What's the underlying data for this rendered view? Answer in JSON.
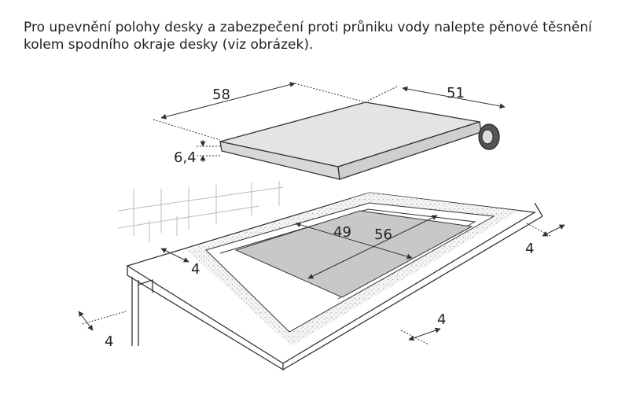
{
  "instruction": {
    "line1": "Pro upevnění polohy desky a zabezpečení proti průniku vody nalepte pěnové těsnění",
    "line2": "kolem spodního okraje desky (viz obrázek)."
  },
  "dimensions": {
    "hob_width": "58",
    "hob_depth": "51",
    "hob_thickness": "6,4",
    "cutout_width": "49",
    "cutout_depth": "56",
    "side_right": "4",
    "side_left": "4",
    "front_right": "4",
    "front_left": "4"
  },
  "colors": {
    "line": "#333333",
    "cutout_fill": "#c8c8c8",
    "hob_top": "#e4e4e4",
    "hob_edge": "#d4d4d4",
    "tile": "#bbbbbb"
  }
}
